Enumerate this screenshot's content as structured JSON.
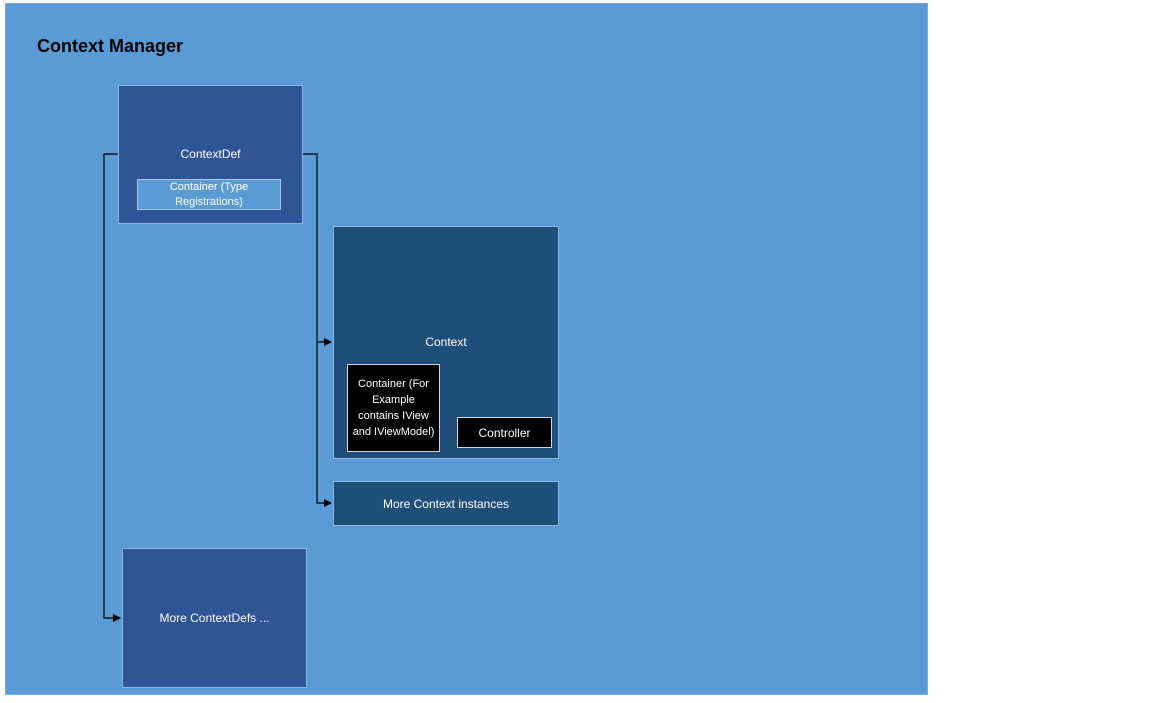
{
  "manager": {
    "title": "Context Manager"
  },
  "context_def": {
    "label": "ContextDef",
    "type_registrations_label": "Container (Type Registrations)"
  },
  "context": {
    "label": "Context",
    "container_label": "Container (For Example contains IView and IViewModel)",
    "controller_label": "Controller"
  },
  "more_context_instances": {
    "label": "More Context instances"
  },
  "more_context_defs": {
    "label": "More ContextDefs ..."
  },
  "colors": {
    "manager_background": "#5b9bd5",
    "context_def_fill": "#2f5597",
    "context_fill": "#1f4e79",
    "inner_container_fill": "#000000",
    "connector_stroke": "#000000"
  }
}
